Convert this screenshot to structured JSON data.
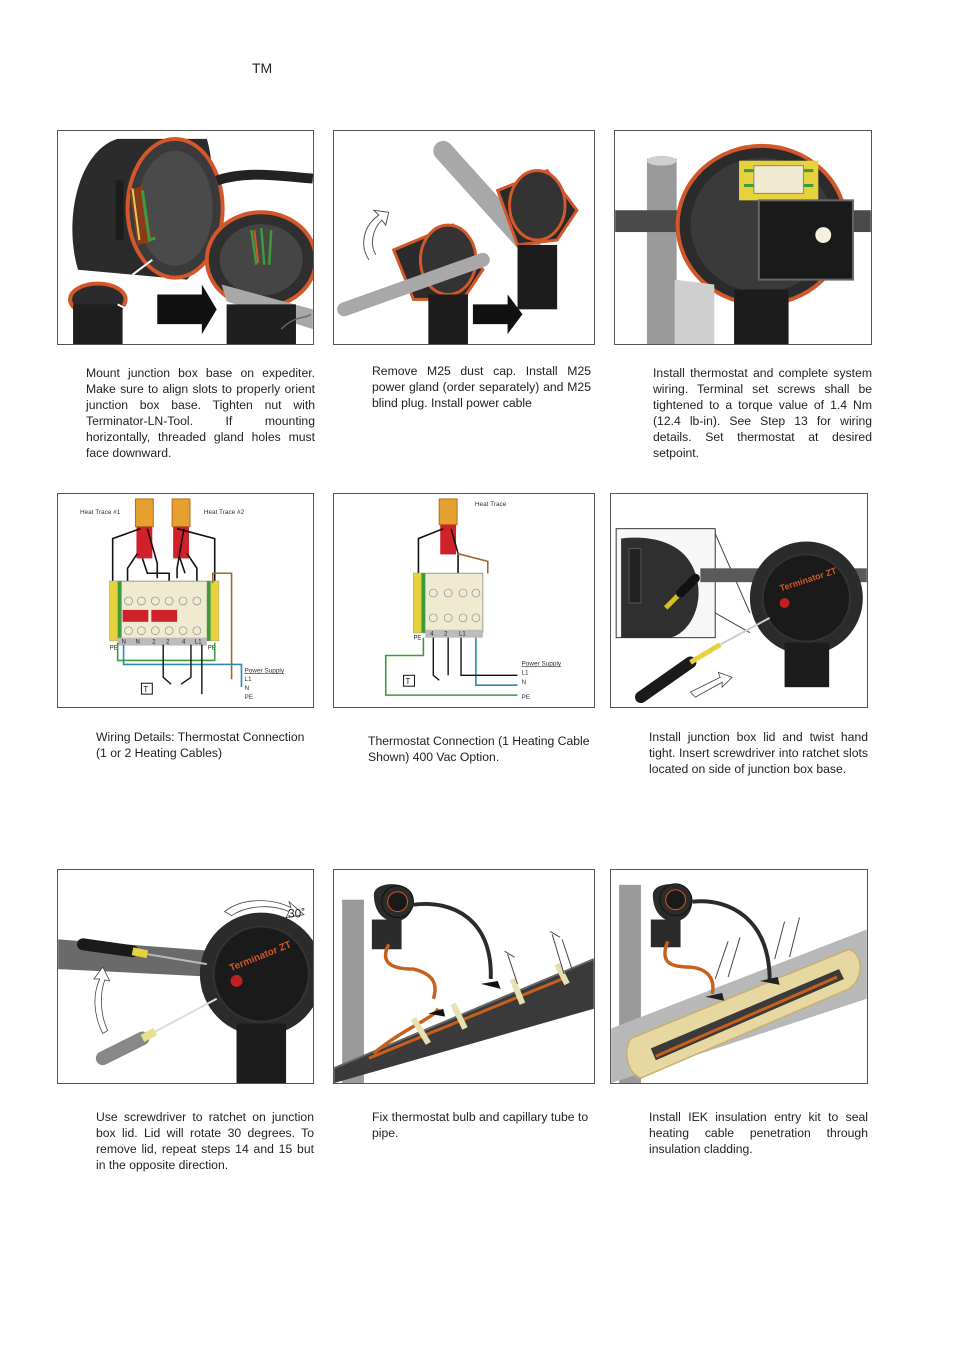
{
  "header": {
    "trademark": "TM"
  },
  "captions": {
    "step1": "Mount junction box base on expediter. Make sure to align slots to properly orient junction box base.  Tighten nut with Terminator-LN-Tool.   If mounting horizontally, threaded gland holes must face downward.",
    "step2": "Remove M25 dust cap. Install M25 power gland (order separately) and M25 blind plug. Install power cable",
    "step3": "Install thermostat and complete system wiring. Terminal set screws shall be tightened to a torque value of 1.4 Nm (12.4 lb-in). See Step 13 for wiring details. Set thermostat at desired setpoint.",
    "step4": "Wiring Details: Thermostat Connection (1 or 2 Heating Cables)",
    "step5": "Thermostat Connection (1 Heating Cable Shown) 400 Vac Option.",
    "step6": "Install junction box lid and twist hand tight.  Insert screwdriver into ratchet slots located on side of junction box base.",
    "step7": "Use screwdriver to ratchet on junction box lid.  Lid will rotate 30 degrees. To remove lid, repeat steps 14 and 15 but in the opposite direction.",
    "step8": "Fix thermostat bulb and capillary tube to pipe.",
    "step9": "Install IEK insulation entry kit to seal heating cable penetration through insulation cladding."
  },
  "diagram1": {
    "heat_trace_1": "Heat Trace #1",
    "heat_trace_2": "Heat Trace #2",
    "terminals": [
      "N",
      "N",
      "2",
      "2",
      "4",
      "L1"
    ],
    "pe": "PE",
    "power_supply": "Power Supply",
    "l1": "L1",
    "n": "N",
    "pe_out": "PE",
    "thermostat": "T"
  },
  "diagram2": {
    "heat_trace": "Heat Trace",
    "terminals": [
      "4",
      "2",
      "L1"
    ],
    "pe": "PE",
    "power_supply": "Power Supply",
    "l1": "L1",
    "n": "N",
    "pe_out": "PE",
    "thermostat": "T"
  },
  "illustration": {
    "angle_label": "30˚",
    "brand_label": "Terminator ZT"
  },
  "colors": {
    "box_dark": "#2b2b2b",
    "gasket": "#d2572a",
    "heat_cable": "#c8601c",
    "wire_green": "#3d9a3d",
    "wire_blue": "#2a8ab0",
    "wire_brown": "#a0672a",
    "terminal_yellow": "#e6d23c",
    "terminal_red": "#d0202a"
  }
}
